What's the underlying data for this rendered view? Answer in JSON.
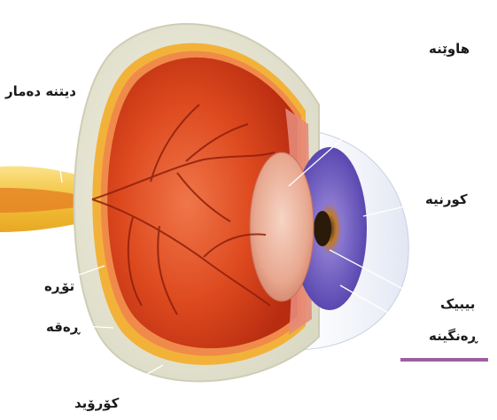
{
  "labels": {
    "optic_nerve": "دیتنە دەمار",
    "lens": "هاوێنە",
    "cornea": "کورنیە",
    "retina": "تۆڕە",
    "pupil": "بیبیک",
    "iris": "ڕەنگینە",
    "sclera": "ڕەقە",
    "choroid": "کۆرۆید"
  },
  "colors": {
    "accent_bar": "#9b5fa0",
    "vitreous": "#d8421e",
    "sclera": "#ebe9d6",
    "iris": "#7a68c8",
    "leader_line": "#ffffff"
  }
}
